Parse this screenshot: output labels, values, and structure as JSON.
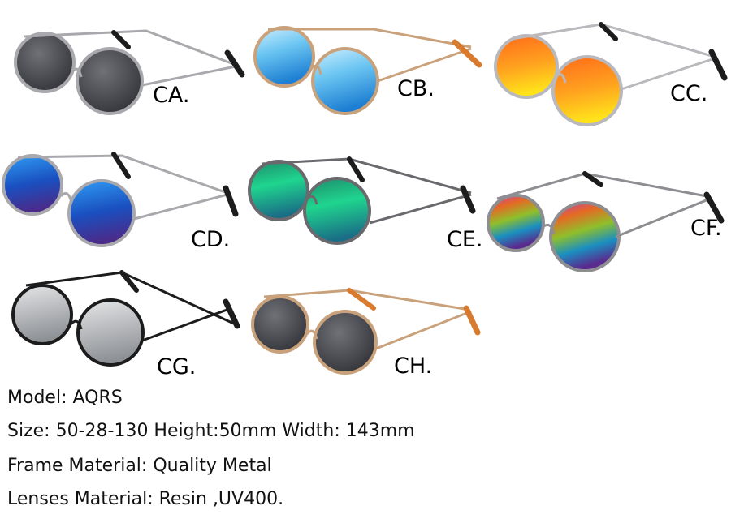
{
  "variants": [
    {
      "code": "CA.",
      "frame": "#a9a9ad",
      "arm_tip": "#1c1c1c",
      "lens": "grey"
    },
    {
      "code": "CB.",
      "frame": "#c9a27c",
      "arm_tip": "#d97b2e",
      "lens": "blue-mirror"
    },
    {
      "code": "CC.",
      "frame": "#b9b9bd",
      "arm_tip": "#1c1c1c",
      "lens": "orange-mirror"
    },
    {
      "code": "CD.",
      "frame": "#a9a9ad",
      "arm_tip": "#1c1c1c",
      "lens": "blue-purple-mirror"
    },
    {
      "code": "CE.",
      "frame": "#6a6a6e",
      "arm_tip": "#1c1c1c",
      "lens": "green-mirror"
    },
    {
      "code": "CF.",
      "frame": "#8e8e92",
      "arm_tip": "#1c1c1c",
      "lens": "rainbow-mirror"
    },
    {
      "code": "CG.",
      "frame": "#1c1c1c",
      "arm_tip": "#1c1c1c",
      "lens": "silver-mirror"
    },
    {
      "code": "CH.",
      "frame": "#c9a27c",
      "arm_tip": "#d97b2e",
      "lens": "grey"
    }
  ],
  "specs": {
    "model": {
      "label": "Model",
      "value": "AQRS"
    },
    "size": {
      "label": "Size",
      "value": "50-28-130 Height:50mm Width: 143mm"
    },
    "frame_material": {
      "label": "Frame Material",
      "value": "Quality Metal"
    },
    "lenses_material": {
      "label": "Lenses Material",
      "value": "Resin ,UV400."
    }
  }
}
